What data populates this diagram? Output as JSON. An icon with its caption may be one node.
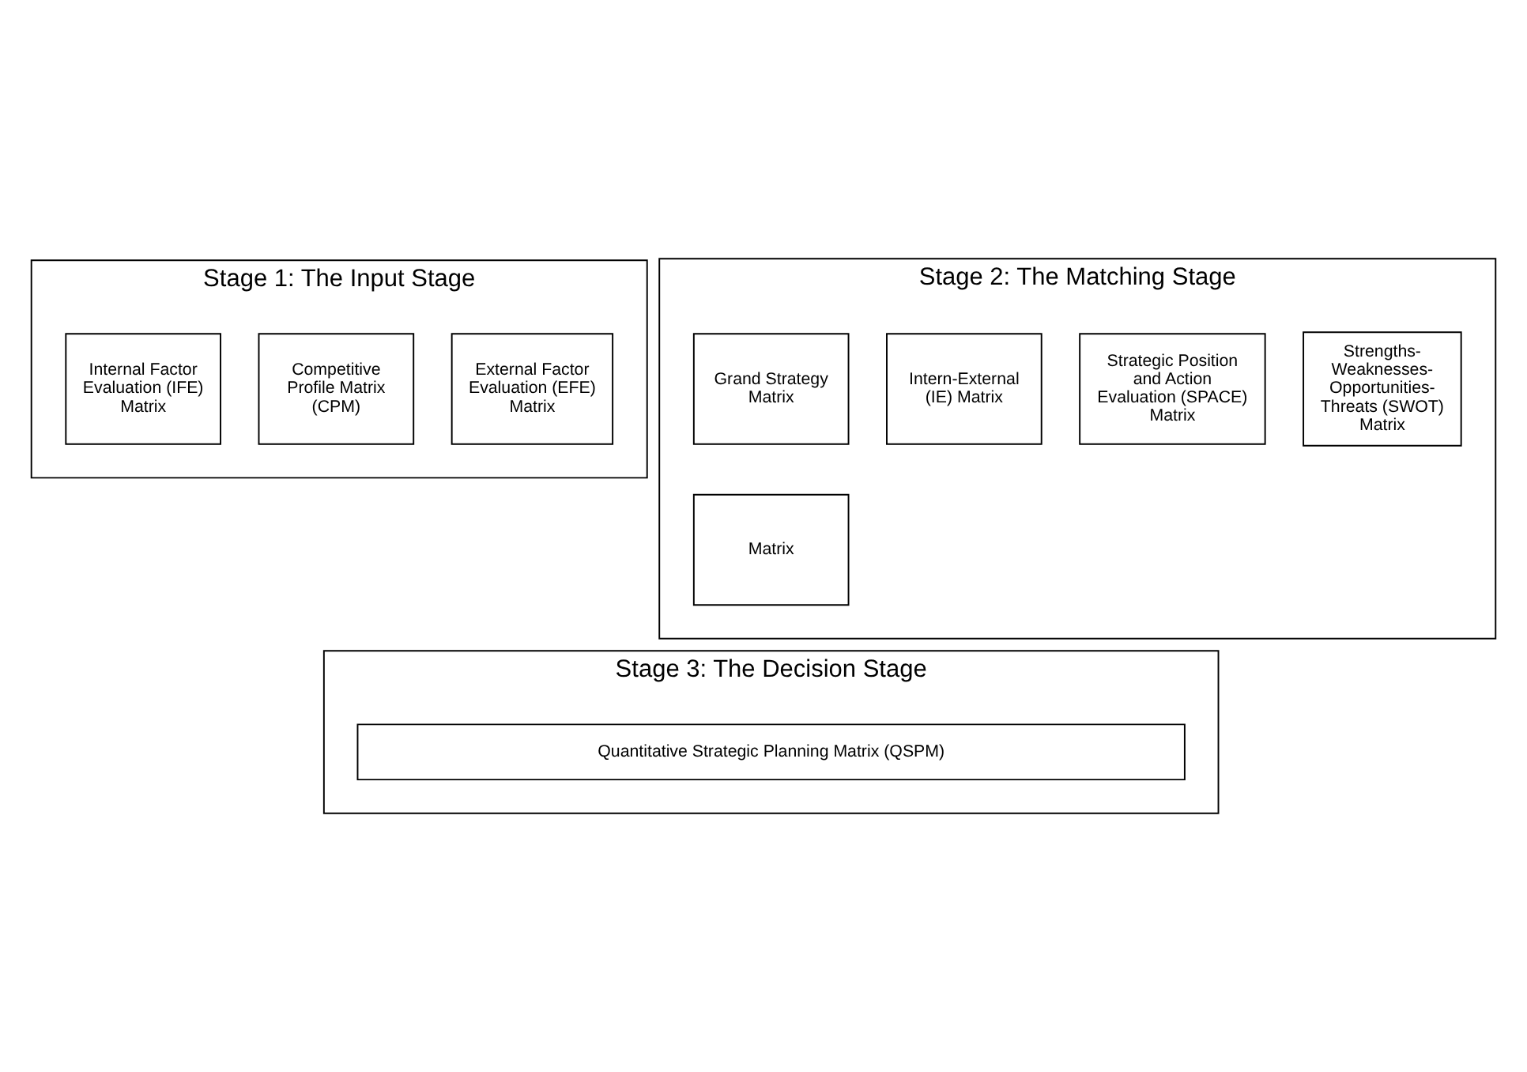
{
  "diagram": {
    "nodes": [
      {
        "text": [
          "Stage 1: The Input Stage"
        ]
      },
      {
        "text": [
          "External Factor Evaluation (EFE) Matrix"
        ],
        "in": 0
      },
      {
        "text": [
          "Competitive Profile Matrix (CPM)"
        ],
        "in": 0
      },
      {
        "text": [
          "Internal Factor Evaluation (IFE) Matrix"
        ],
        "in": 0
      },
      {
        "text": [
          "Stage 2: The Matching Stage"
        ]
      },
      {
        "text": [
          "Strengths-Weaknesses-Opportunities-Threats (SWOT) Matrix"
        ],
        "in": 4
      },
      {
        "text": [
          "Strategic Position and Action Evaluation (SPACE) Matrix"
        ],
        "in": 4
      },
      {
        "text": [
          "Matrix"
        ],
        "in": 4
      },
      {
        "text": [
          "Intern-External (IE) Matrix"
        ],
        "in": 4
      },
      {
        "text": [
          "Grand Strategy Matrix"
        ],
        "in": 4
      },
      {
        "text": [
          "Stage 3: The Decision Stage"
        ]
      },
      {
        "text": [
          "Quantitative Strategic Planning Matrix (QSPM)"
        ],
        "in": 10
      }
    ],
    "edges": []
  }
}
